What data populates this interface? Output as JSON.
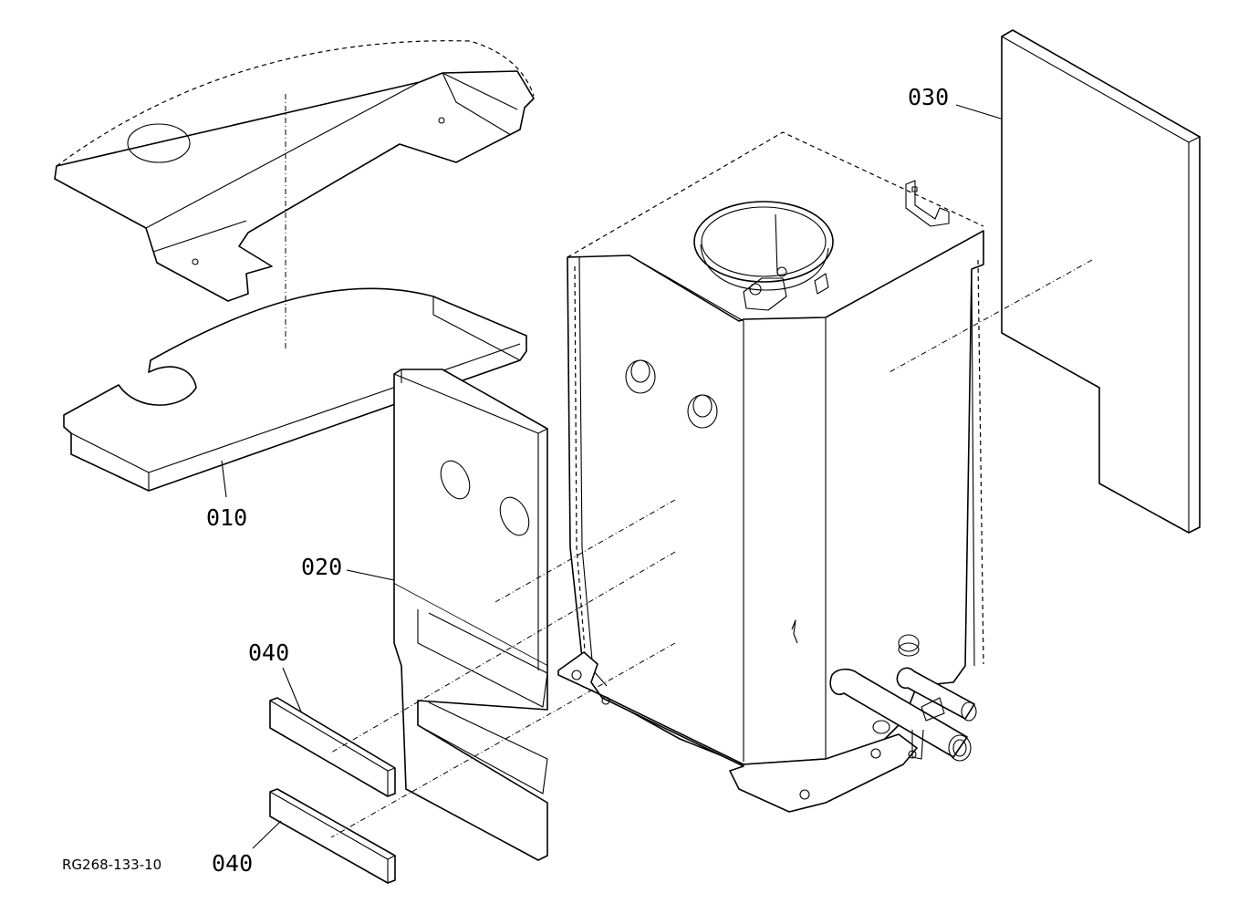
{
  "callouts": {
    "p010": "010",
    "p020": "020",
    "p030": "030",
    "p040_upper": "040",
    "p040_lower": "040"
  },
  "reference_code": "RG268-133-10"
}
